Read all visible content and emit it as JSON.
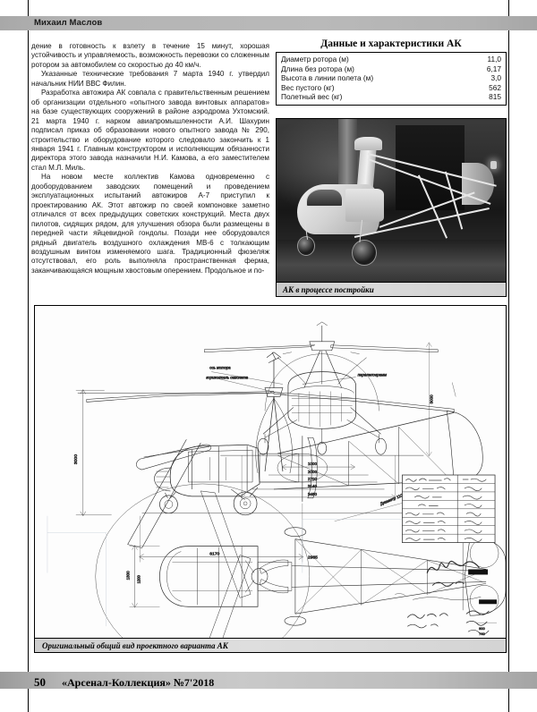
{
  "page": {
    "author_running_head": "Михаил Маслов",
    "page_number": "50",
    "magazine": "«Арсенал-Коллекция» №7'2018"
  },
  "article": {
    "paragraphs": [
      "дение в готовность к взлету в течение 15 минут, хорошая устойчивость и управляемость, возможность перевозки со сложенным ротором за автомобилем со скоростью до 40 км/ч.",
      "Указанные технические требования 7 марта 1940 г. утвердил начальник НИИ ВВС Филин.",
      "Разработка автожира АК совпала с правительственным решением об организации отдельного «опытного завода винтовых аппаратов» на базе существующих сооружений в районе аэродрома Ухтомский. 21 марта 1940 г. нарком авиапромышленности А.И. Шахурин подписал приказ об образовании нового опытного завода № 290, строительство и оборудование которого следовало закончить к 1 января 1941 г. Главным конструктором и исполняющим обязанности директора этого завода назначили Н.И. Камова, а его заместителем стал М.Л. Миль.",
      "На новом месте коллектив Камова одновременно с дооборудованием заводских помещений и проведением эксплуатационных испытаний автожиров А-7 приступил к проектированию АК. Этот автожир по своей компоновке заметно отличался от всех предыдущих советских конструкций. Места двух пилотов, сидящих рядом, для улучшения обзора были размещены в передней части яйцевидной гондолы. Позади нее оборудовался рядный двигатель воздушного охлаждения МВ-6 с толкающим воздушным винтом изменяемого шага. Традиционный фюзеляж отсутствовал, его роль выполняла пространственная ферма, заканчивающаяся мощным хвостовым оперением. Продольное и по-"
    ]
  },
  "spec_table": {
    "title": "Данные и характеристики АК",
    "rows": [
      {
        "label": "Диаметр ротора (м)",
        "value": "11,0"
      },
      {
        "label": "Длина без ротора (м)",
        "value": "6,17"
      },
      {
        "label": "Высота в линии полета (м)",
        "value": "3,0"
      },
      {
        "label": "Вес пустого (кг)",
        "value": "562"
      },
      {
        "label": "Полетный вес (кг)",
        "value": "815"
      }
    ]
  },
  "photo": {
    "caption": "АК в процессе постройки",
    "alt": "Чёрно-белая фотография автожира АК в сборочном цеху"
  },
  "drawing": {
    "caption": "Оригинальный общий вид проектного варианта АК",
    "alt": "Чертёж общего вида автожира АК: вид сбоку, вид спереди и вид сверху"
  }
}
